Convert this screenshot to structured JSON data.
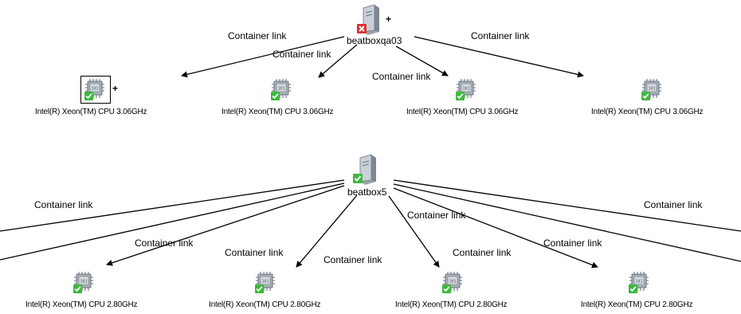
{
  "hosts": [
    {
      "name": "beatboxqa03",
      "status": "error",
      "expanded_marker": "+"
    },
    {
      "name": "beatbox5",
      "status": "ok"
    }
  ],
  "edge_label": "Container link",
  "cpu_nodes_top": [
    {
      "label": "Intel(R) Xeon(TM) CPU 3.06GHz",
      "status": "ok",
      "selected": true,
      "expanded_marker": "+"
    },
    {
      "label": "Intel(R) Xeon(TM) CPU 3.06GHz",
      "status": "ok"
    },
    {
      "label": "Intel(R) Xeon(TM) CPU 3.06GHz",
      "status": "ok"
    },
    {
      "label": "Intel(R) Xeon(TM) CPU 3.06GHz",
      "status": "ok"
    }
  ],
  "cpu_nodes_bottom": [
    {
      "label": "Intel(R) Xeon(TM) CPU 2.80GHz",
      "status": "ok"
    },
    {
      "label": "Intel(R) Xeon(TM) CPU 2.80GHz",
      "status": "ok"
    },
    {
      "label": "Intel(R) Xeon(TM) CPU 2.80GHz",
      "status": "ok"
    },
    {
      "label": "Intel(R) Xeon(TM) CPU 2.80GHz",
      "status": "ok"
    }
  ],
  "edge_labels_top": [
    "Container link",
    "Container link",
    "Container link",
    "Container link"
  ],
  "edge_labels_bottom": [
    "Container link",
    "Container link",
    "Container link",
    "Container link",
    "Container link",
    "Container link",
    "Container link",
    "Container link"
  ],
  "icons": {
    "host": "server-icon",
    "cpu": "cpu-chip-icon",
    "ok": "green-check-icon",
    "error": "red-x-icon"
  }
}
